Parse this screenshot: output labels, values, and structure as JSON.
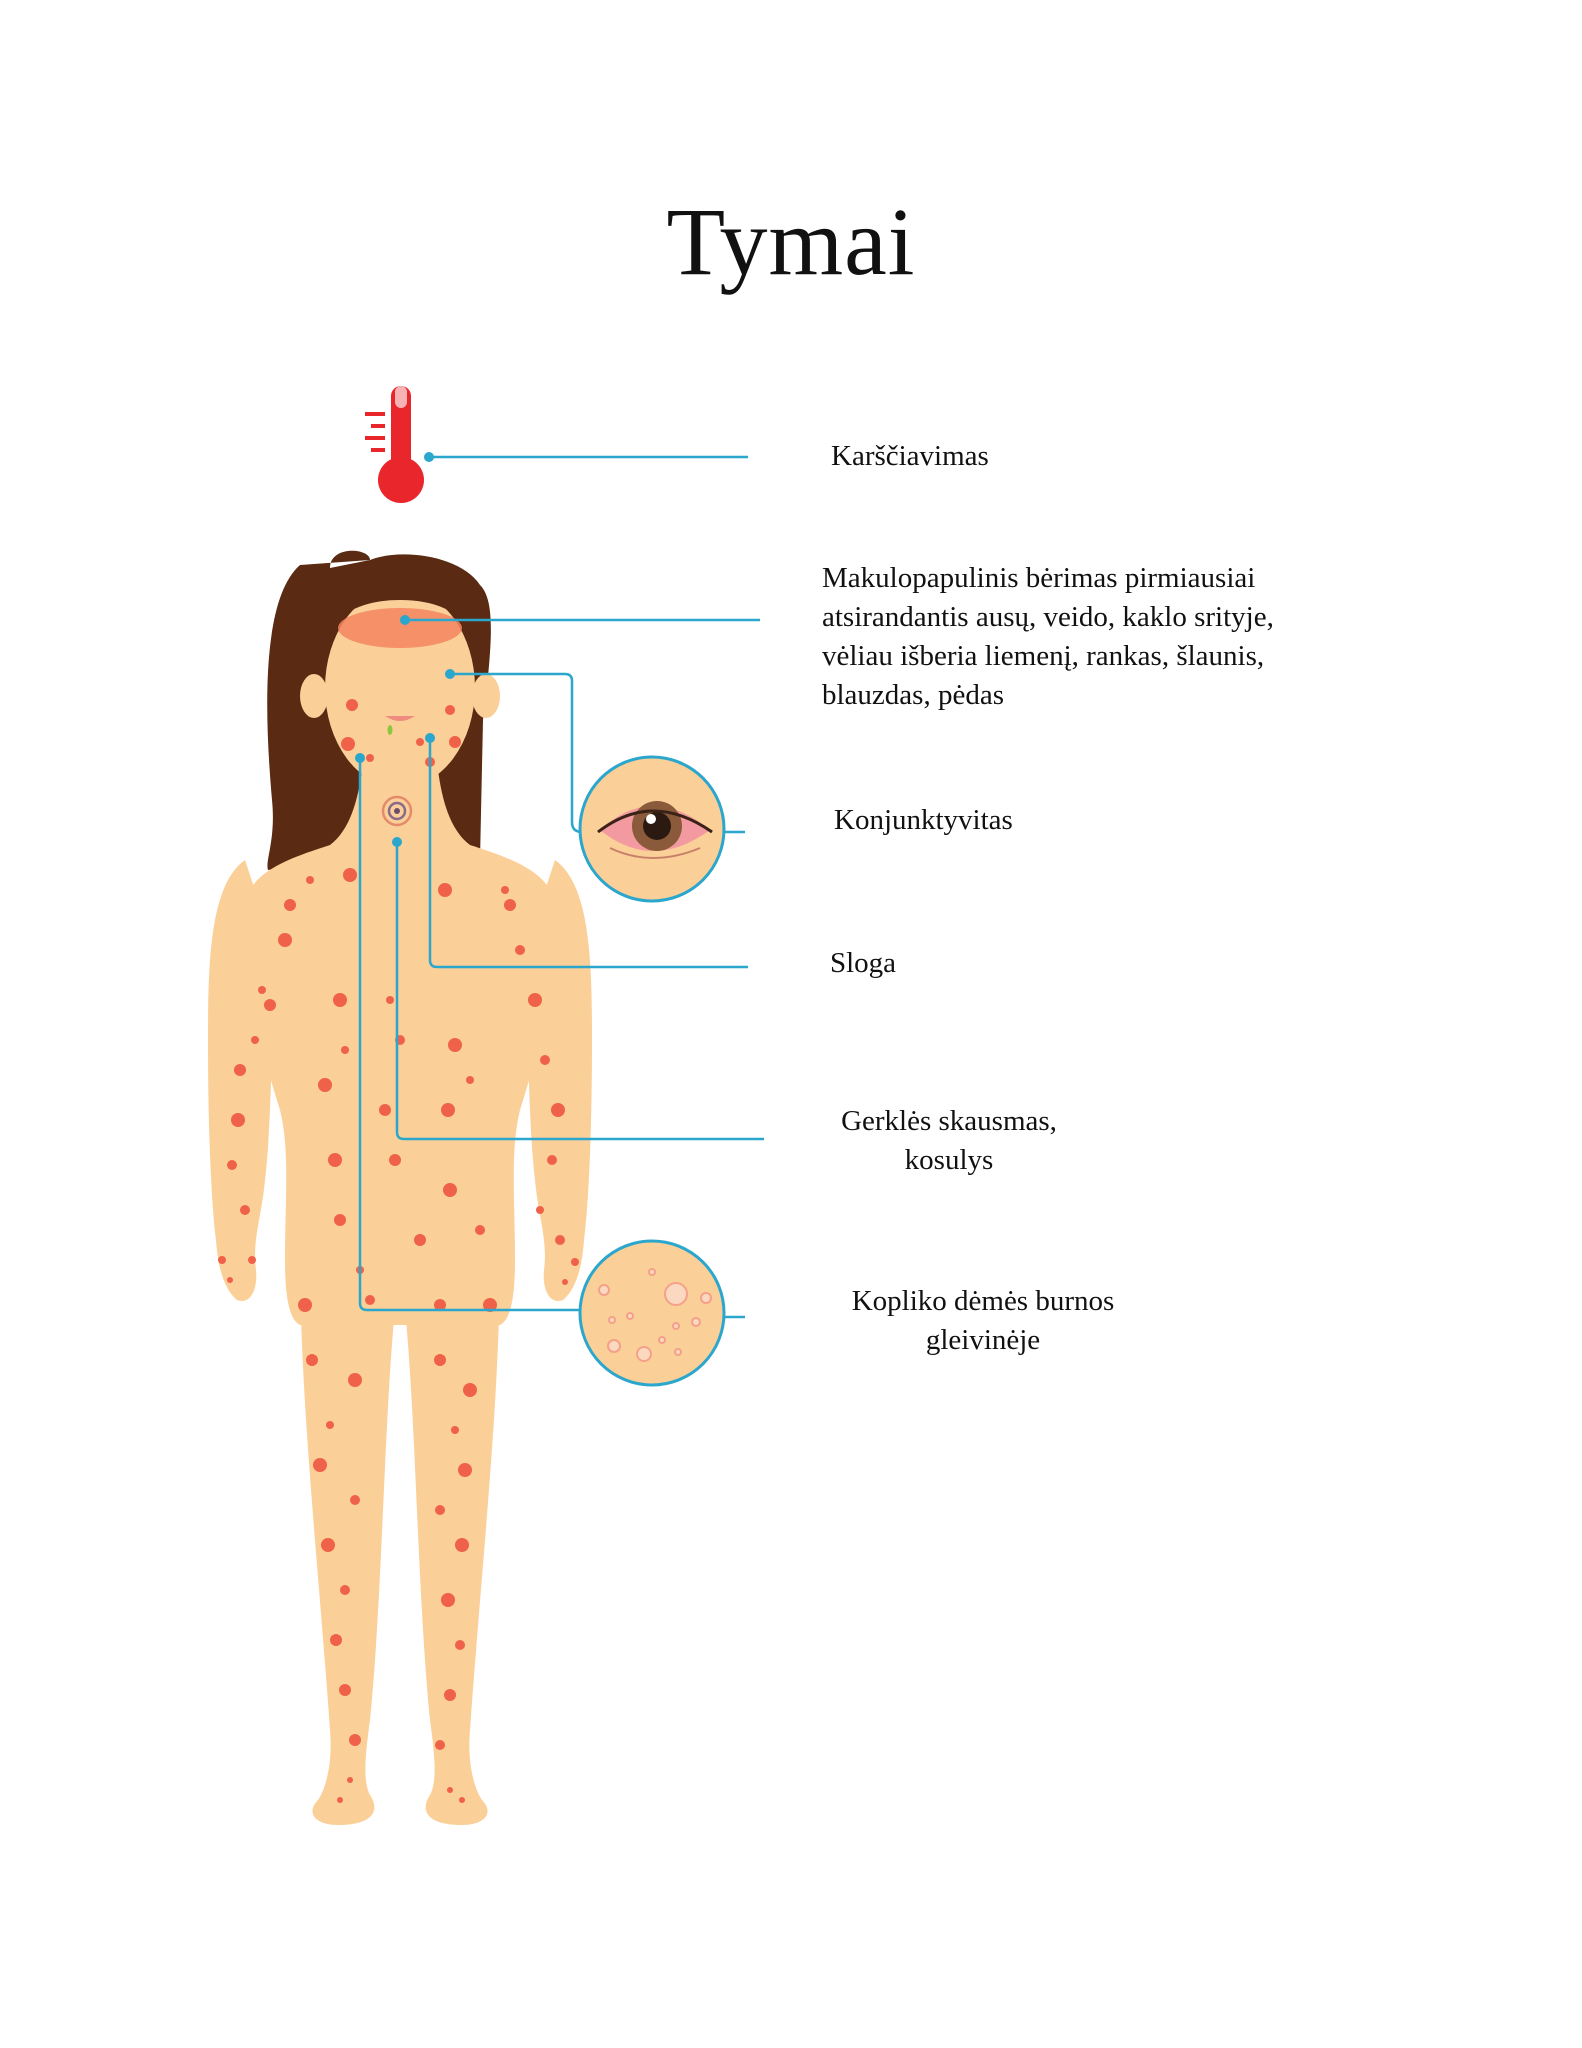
{
  "title": "Tymai",
  "colors": {
    "skin": "#FBCF98",
    "hair": "#5A2A12",
    "rash": "#F0614A",
    "connector": "#2BA6CC",
    "thermometer": "#E8262C"
  },
  "icons": [
    "thermometer-icon",
    "eye-icon",
    "mouth-mucosa-icon",
    "throat-icon"
  ],
  "labels": {
    "fever": "Karščiavimas",
    "rash": [
      "Makulopapulinis bėrimas pirmiausiai",
      "atsirandantis ausų, veido, kaklo srityje,",
      "vėliau išberia liemenį, rankas, šlaunis,",
      "blauzdas, pėdas"
    ],
    "conjunctivitis": "Konjunktyvitas",
    "runny_nose": "Sloga",
    "throat": [
      "Gerklės skausmas,",
      "kosulys"
    ],
    "koplik": [
      "Kopliko dėmės burnos",
      "gleivinėje"
    ]
  }
}
